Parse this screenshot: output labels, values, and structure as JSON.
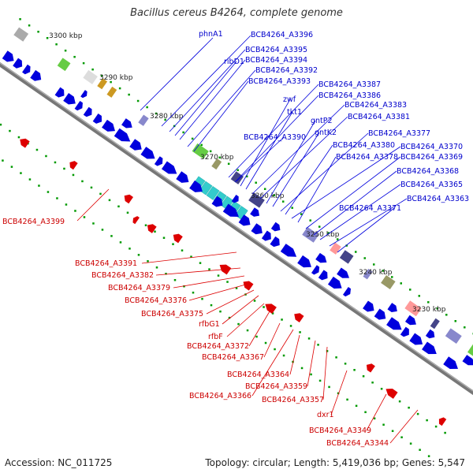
{
  "title": "Bacillus cereus B4264, complete genome",
  "accession": "Accession: NC_011725",
  "summary": "Topology: circular; Length: 5,419,036 bp; Genes: 5,547",
  "colors": {
    "forward": "#0000dd",
    "reverse": "#dd0000",
    "backbone": "#777777"
  },
  "scale_labels": [
    "3300 kbp",
    "3290 kbp",
    "3280 kbp",
    "3270 kbp",
    "3260 kbp",
    "3250 kbp",
    "3240 kbp",
    "3230 kbp"
  ],
  "forward_labels": [
    "phnA1",
    "BCB4264_A3396",
    "BCB4264_A3395",
    "ribD1",
    "BCB4264_A3394",
    "BCB4264_A3392",
    "BCB4264_A3393",
    "BCB4264_A3387",
    "BCB4264_A3386",
    "zwf",
    "tkt1",
    "BCB4264_A3383",
    "BCB4264_A3381",
    "gntP2",
    "gntK2",
    "BCB4264_A3390",
    "BCB4264_A3377",
    "BCB4264_A3380",
    "BCB4264_A3370",
    "BCB4264_A3378",
    "BCB4264_A3369",
    "BCB4264_A3368",
    "BCB4264_A3365",
    "BCB4264_A3363",
    "BCB4264_A3371"
  ],
  "reverse_labels": [
    "BCB4264_A3399",
    "BCB4264_A3391",
    "BCB4264_A3382",
    "BCB4264_A3379",
    "BCB4264_A3376",
    "BCB4264_A3375",
    "rfbG1",
    "rfbF",
    "BCB4264_A3372",
    "BCB4264_A3367",
    "BCB4264_A3364",
    "BCB4264_A3359",
    "BCB4264_A3366",
    "BCB4264_A3357",
    "dxr1",
    "BCB4264_A3349",
    "BCB4264_A3344"
  ]
}
